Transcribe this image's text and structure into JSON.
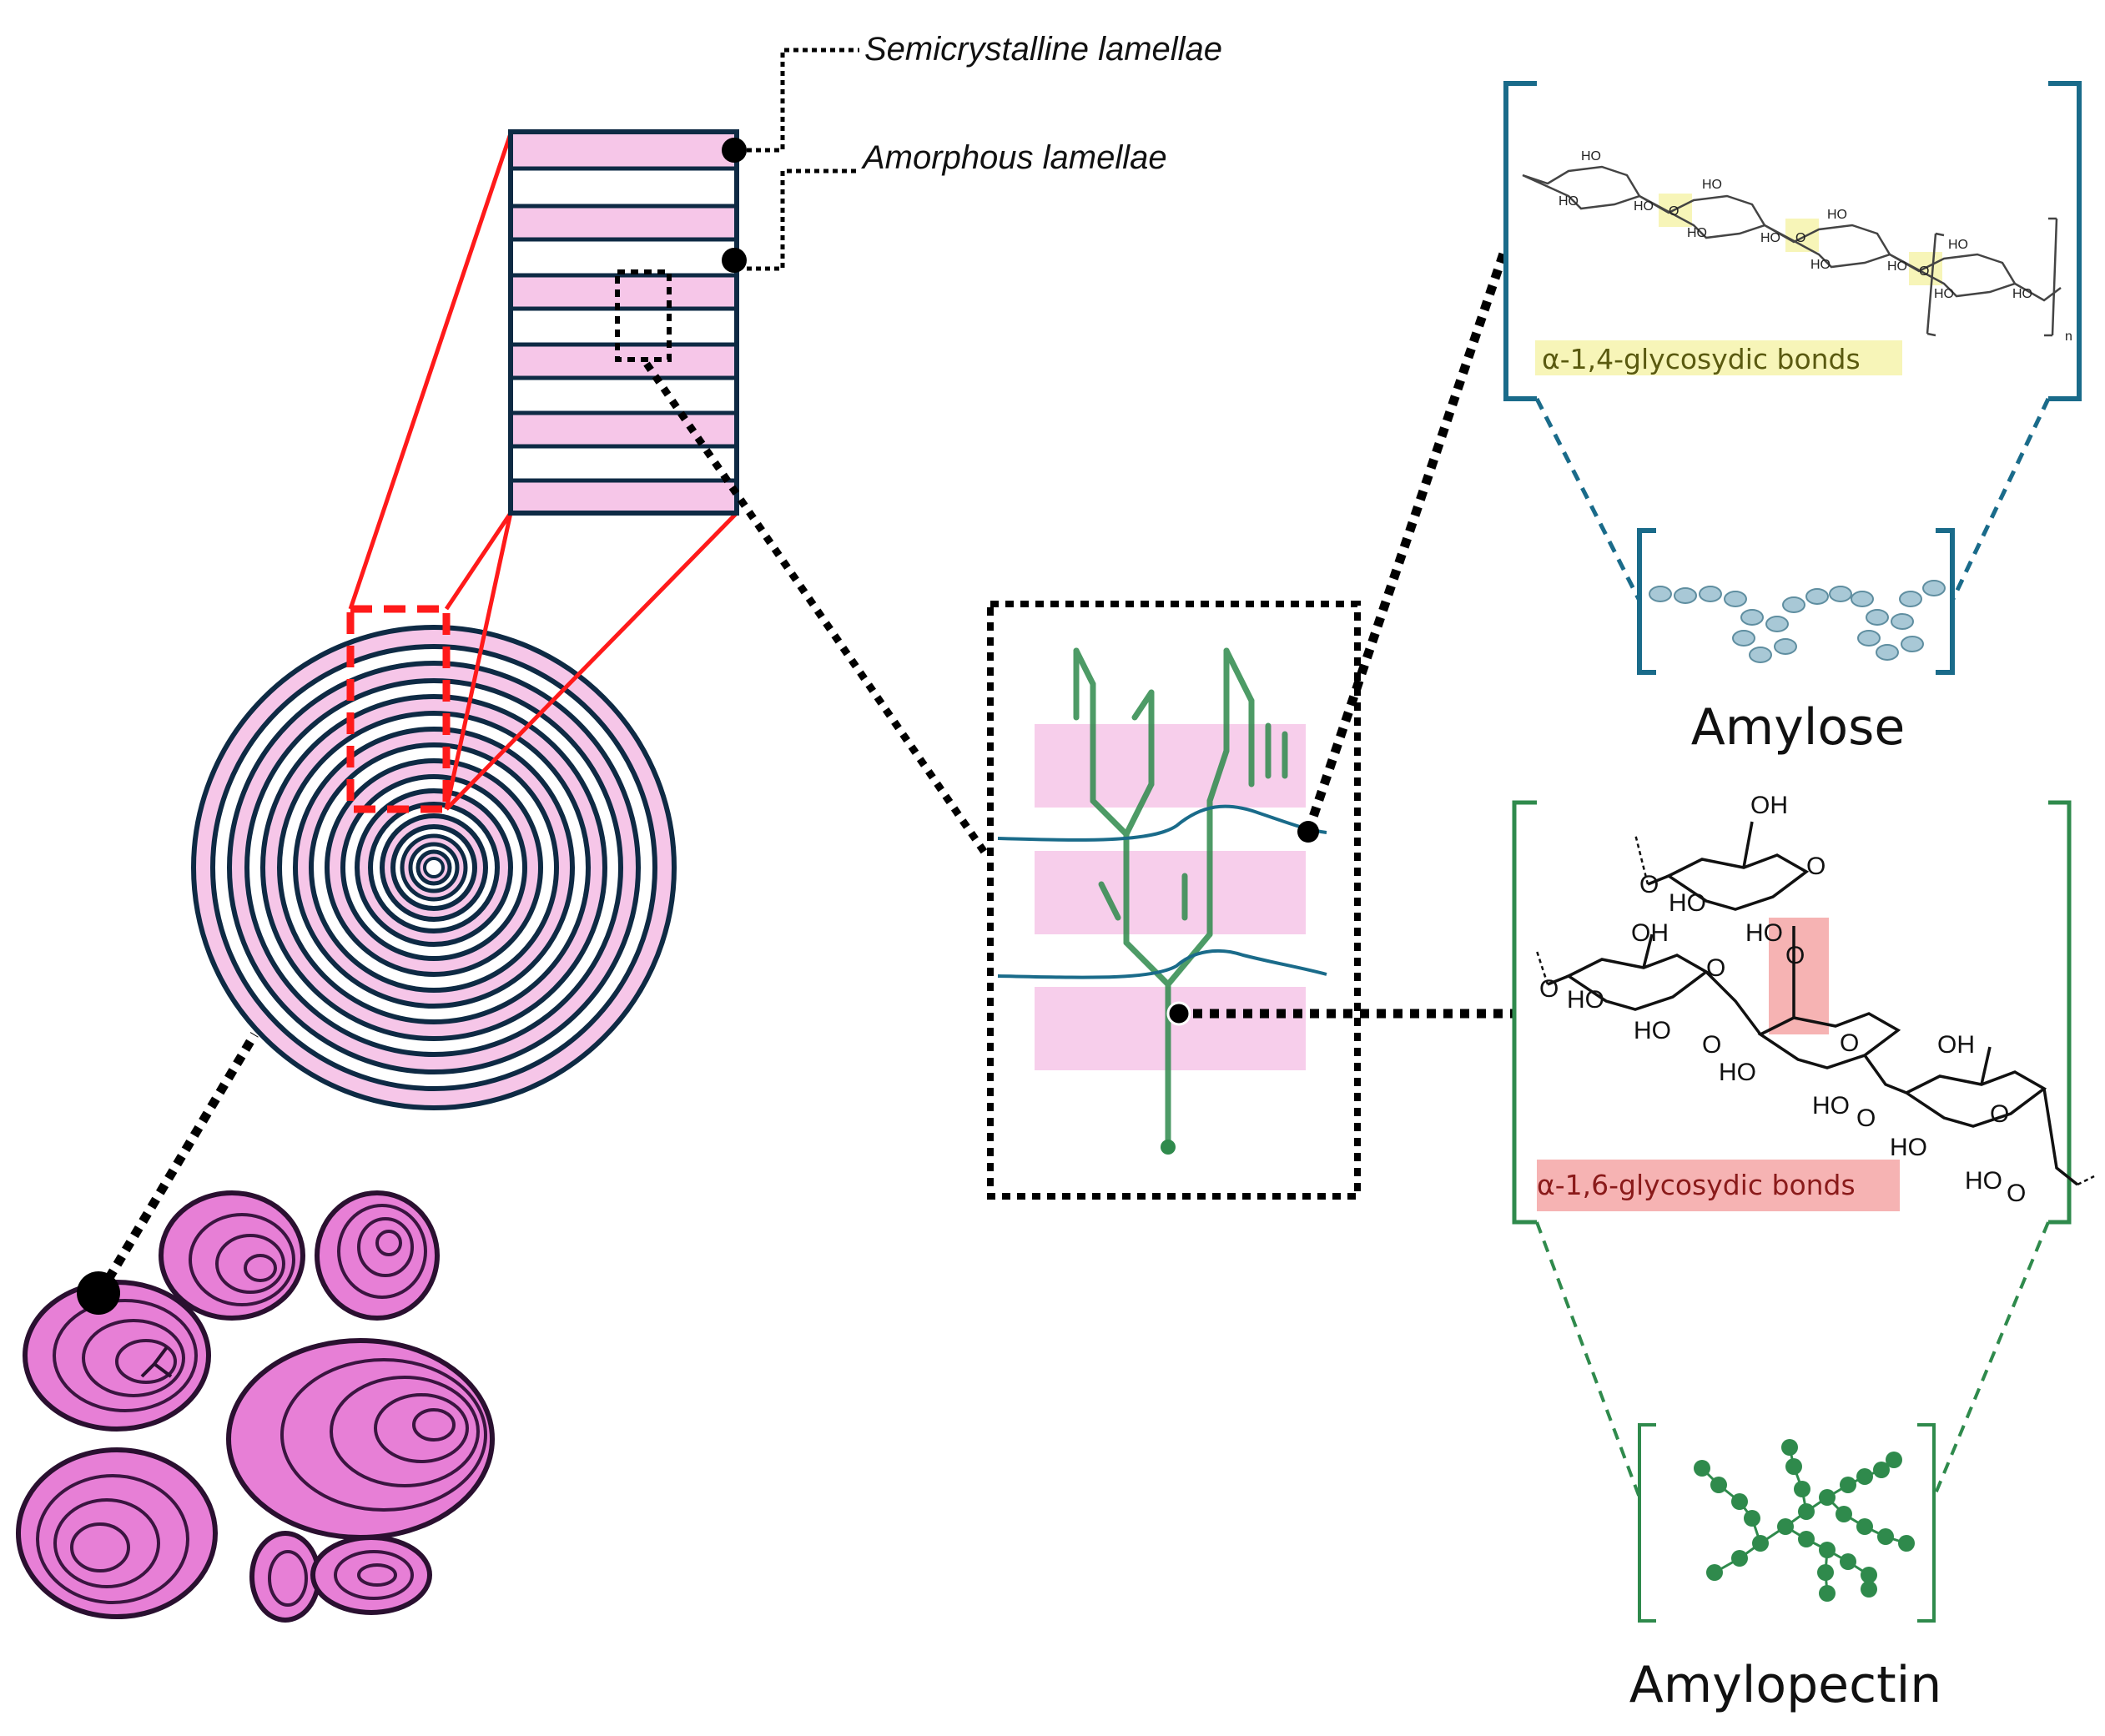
{
  "labels": {
    "semicrystalline": "Semicrystalline lamellae",
    "amorphous": "Amorphous lamellae",
    "amylose": "Amylose",
    "amylopectin": "Amylopectin",
    "bond14": "α-1,4-glycosydic bonds",
    "bond16": "α-1,6-glycosydic bonds"
  },
  "chem": {
    "ho": "HO",
    "oh": "OH",
    "o": "O",
    "n": "n"
  },
  "colors": {
    "pink": "#f6c6e8",
    "granule_pink": "#e77fd6",
    "navy": "#0e2a44",
    "red": "#ff1a1a",
    "teal": "#1a6b8a",
    "green": "#2f8a4c",
    "yellow_hl": "#f7f5b8",
    "red_hl": "#f6b3b3"
  },
  "icons": {
    "granules": "starch-granules-icon",
    "amylose_chain": "amylose-chain-icon",
    "amylopectin_tree": "amylopectin-tree-icon"
  }
}
